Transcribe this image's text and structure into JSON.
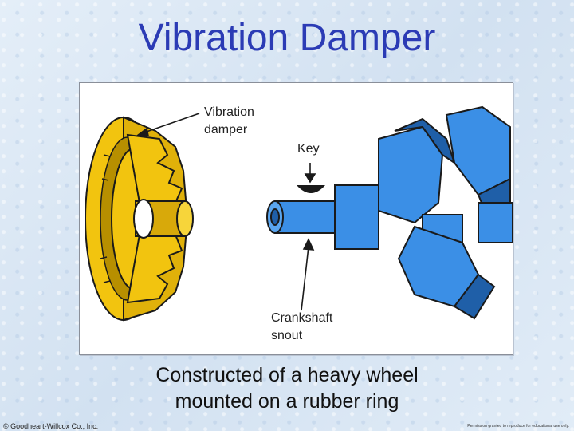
{
  "slide": {
    "title": "Vibration Damper",
    "caption_line1": "Constructed of a heavy wheel",
    "caption_line2": "mounted on a rubber ring",
    "footer_left": "© Goodheart-Willcox Co., Inc.",
    "footer_right": "Permission granted to reproduce for educational use only."
  },
  "figure": {
    "callouts": {
      "vibration_damper": "Vibration\ndamper",
      "key": "Key",
      "crankshaft_snout": "Crankshaft\nsnout"
    },
    "colors": {
      "damper": "#f2c40f",
      "damper_shadow": "#b78f00",
      "crankshaft": "#3b8fe6",
      "crankshaft_shadow": "#1f5fa8",
      "outline": "#1a1a1a"
    }
  }
}
